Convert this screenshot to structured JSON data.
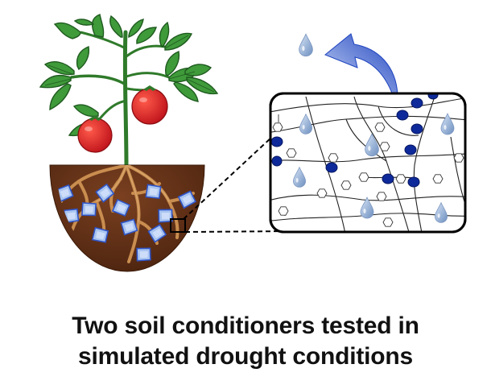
{
  "caption": {
    "line1": "Two soil conditioners tested in",
    "line2": "simulated drought conditions"
  },
  "colors": {
    "leaf": "#3f9a3a",
    "leaf_dark": "#1f5a1f",
    "tomato": "#e0202a",
    "stem": "#2f7a2a",
    "soil": "#6b3519",
    "root": "#c98d4f",
    "crystal": "#a9c4f0",
    "crystal_edge": "#2f55c8",
    "water_drop": "#8aa6cf",
    "polymer_node": "#0e2a9a",
    "arrow": "#2850c8"
  },
  "icons": [
    "tomato-plant",
    "soil-pot",
    "hydrogel-crystal",
    "water-drop",
    "evaporation-arrow",
    "polymer-network",
    "magnifier-box"
  ]
}
